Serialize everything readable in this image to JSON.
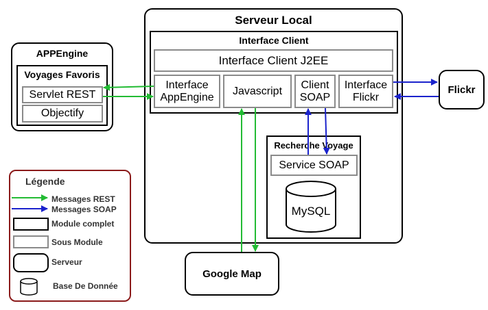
{
  "diagram": {
    "serveur_local": {
      "title": "Serveur Local",
      "interface_client": {
        "title": "Interface Client",
        "j2ee": "Interface Client J2EE",
        "appengine_if": [
          "Interface",
          "AppEngine"
        ],
        "javascript": "Javascript",
        "client_soap": [
          "Client",
          "SOAP"
        ],
        "flickr_if": [
          "Interface",
          "Flickr"
        ]
      },
      "recherche_voyage": {
        "title": "Recherche Voyage",
        "service_soap": "Service SOAP",
        "db": "MySQL"
      }
    },
    "appengine": {
      "title": "APPEngine",
      "voyages_favoris": {
        "title": "Voyages Favoris",
        "servlet_rest": "Servlet REST",
        "objectify": "Objectify"
      }
    },
    "flickr": "Flickr",
    "google_map": "Google Map"
  },
  "legend": {
    "title": "Légende",
    "items": [
      "Messages REST",
      "Messages SOAP",
      "Module complet",
      "Sous Module",
      "Serveur",
      "Base De Donnée"
    ]
  },
  "colors": {
    "rest": "#22bb33",
    "soap": "#1a22cc",
    "legend_border": "#8b1a1a",
    "sub_border": "#8a8a8a"
  }
}
